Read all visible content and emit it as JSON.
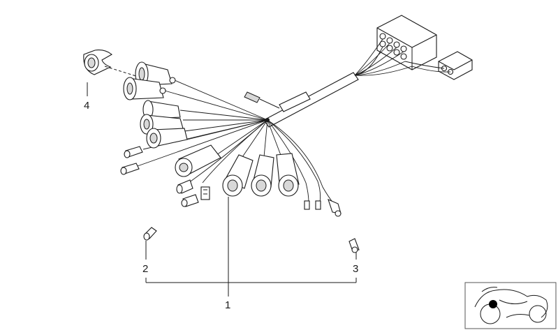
{
  "callouts": {
    "part1": "1",
    "part2": "2",
    "part3": "3",
    "part4": "4"
  },
  "colors": {
    "line": "#1a1a1a",
    "shade": "#d8d8d8",
    "background": "#ffffff"
  },
  "icons": [
    "connector-block-icon",
    "bulb-socket-icon",
    "bulb-icon",
    "clip-icon",
    "motorcycle-thumbnail-icon"
  ]
}
